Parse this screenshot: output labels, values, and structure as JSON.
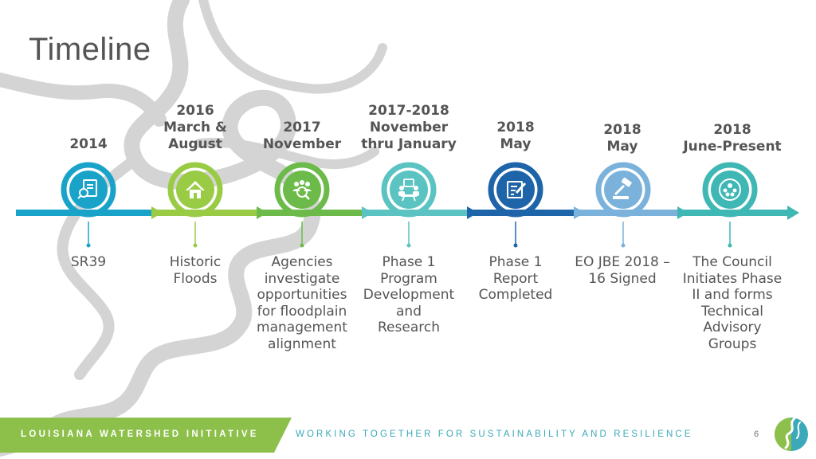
{
  "title": "Timeline",
  "colors": {
    "ring_cyan": "#1aa3c9",
    "ring_light_green": "#9acb45",
    "ring_green": "#6cbb4a",
    "ring_teal": "#5bc3c1",
    "ring_dark_blue": "#1e64a8",
    "ring_sky": "#7ab2dc",
    "ring_aqua": "#3fb7b4",
    "footer_green": "#8dc04a",
    "tagline": "#3ba9b9",
    "text": "#555555"
  },
  "events": [
    {
      "date_lines": [
        "2014"
      ],
      "desc_lines": [
        "SR39"
      ],
      "icon": "document-search-icon",
      "color": "#1aa3c9"
    },
    {
      "date_lines": [
        "2016",
        "March &",
        "August"
      ],
      "desc_lines": [
        "Historic",
        "Floods"
      ],
      "icon": "house-icon",
      "color": "#9acb45"
    },
    {
      "date_lines": [
        "2017",
        "November"
      ],
      "desc_lines": [
        "Agencies",
        "investigate",
        "opportunities",
        "for floodplain",
        "management",
        "alignment"
      ],
      "icon": "people-search-icon",
      "color": "#6cbb4a"
    },
    {
      "date_lines": [
        "2017-2018",
        "November",
        "thru January"
      ],
      "desc_lines": [
        "Phase 1",
        "Program",
        "Development",
        "and",
        "Research"
      ],
      "icon": "meeting-icon",
      "color": "#5bc3c1"
    },
    {
      "date_lines": [
        "2018",
        "May"
      ],
      "desc_lines": [
        "Phase 1",
        "Report",
        "Completed"
      ],
      "icon": "report-edit-icon",
      "color": "#1e64a8"
    },
    {
      "date_lines": [
        "2018",
        "May"
      ],
      "desc_lines": [
        "EO JBE 2018 –",
        "16 Signed"
      ],
      "icon": "gavel-icon",
      "color": "#7ab2dc"
    },
    {
      "date_lines": [
        "2018",
        "June-Present"
      ],
      "desc_lines": [
        "The Council",
        "Initiates Phase",
        "II and forms",
        "Technical",
        "Advisory",
        "Groups"
      ],
      "icon": "group-icon",
      "color": "#3fb7b4"
    }
  ],
  "footer": {
    "org": "LOUISIANA WATERSHED INITIATIVE",
    "tagline": "WORKING TOGETHER FOR SUSTAINABILITY AND RESILIENCE",
    "page_number": "6"
  }
}
